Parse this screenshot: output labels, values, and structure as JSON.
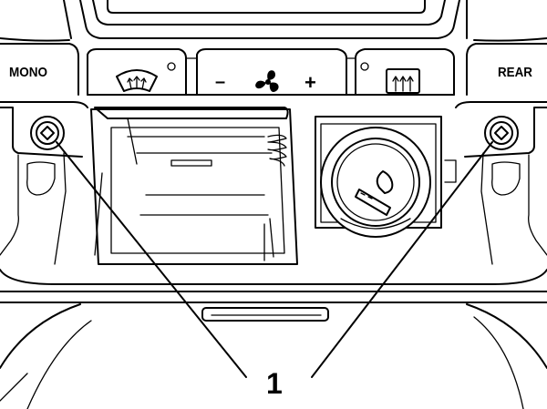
{
  "labels": {
    "left_button": "MONO",
    "right_button": "REAR",
    "fan_minus": "–",
    "fan_plus": "+"
  },
  "callout": "1",
  "icons": {
    "front_defrost": "windscreen-defrost-icon",
    "fan": "fan-icon",
    "rear_defrost": "rear-window-defrost-icon",
    "cigarette_lighter": "cigarette-lighter-icon",
    "screw": "screw-icon"
  }
}
